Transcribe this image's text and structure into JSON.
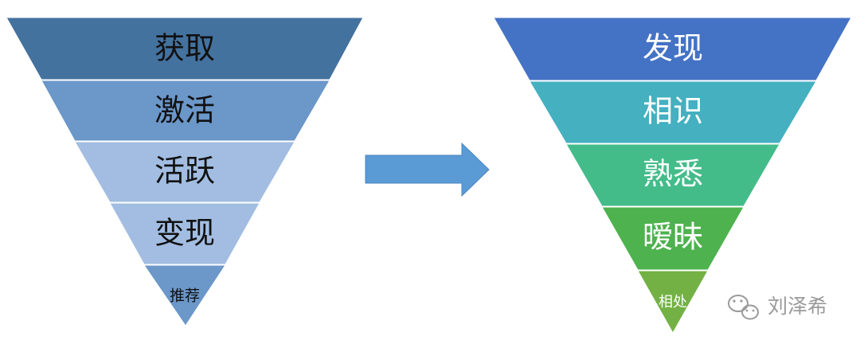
{
  "left_funnel": {
    "stages": [
      {
        "label": "获取",
        "color": "#44729f"
      },
      {
        "label": "激活",
        "color": "#6b97c9"
      },
      {
        "label": "活跃",
        "color": "#a2bde1"
      },
      {
        "label": "变现",
        "color": "#a2bde1"
      },
      {
        "label": "推荐",
        "color": "#6b97c9"
      }
    ]
  },
  "arrow": {
    "color": "#5b9bd5",
    "direction": "right"
  },
  "right_funnel": {
    "stages": [
      {
        "label": "发现",
        "color": "#4472c4"
      },
      {
        "label": "相识",
        "color": "#44b0c0"
      },
      {
        "label": "熟悉",
        "color": "#44bc8a"
      },
      {
        "label": "暧昧",
        "color": "#4eb24e"
      },
      {
        "label": "相处",
        "color": "#73b144"
      }
    ]
  },
  "watermark": {
    "text": "刘泽希",
    "icon": "wechat-icon",
    "color": "#9a9a9a"
  }
}
